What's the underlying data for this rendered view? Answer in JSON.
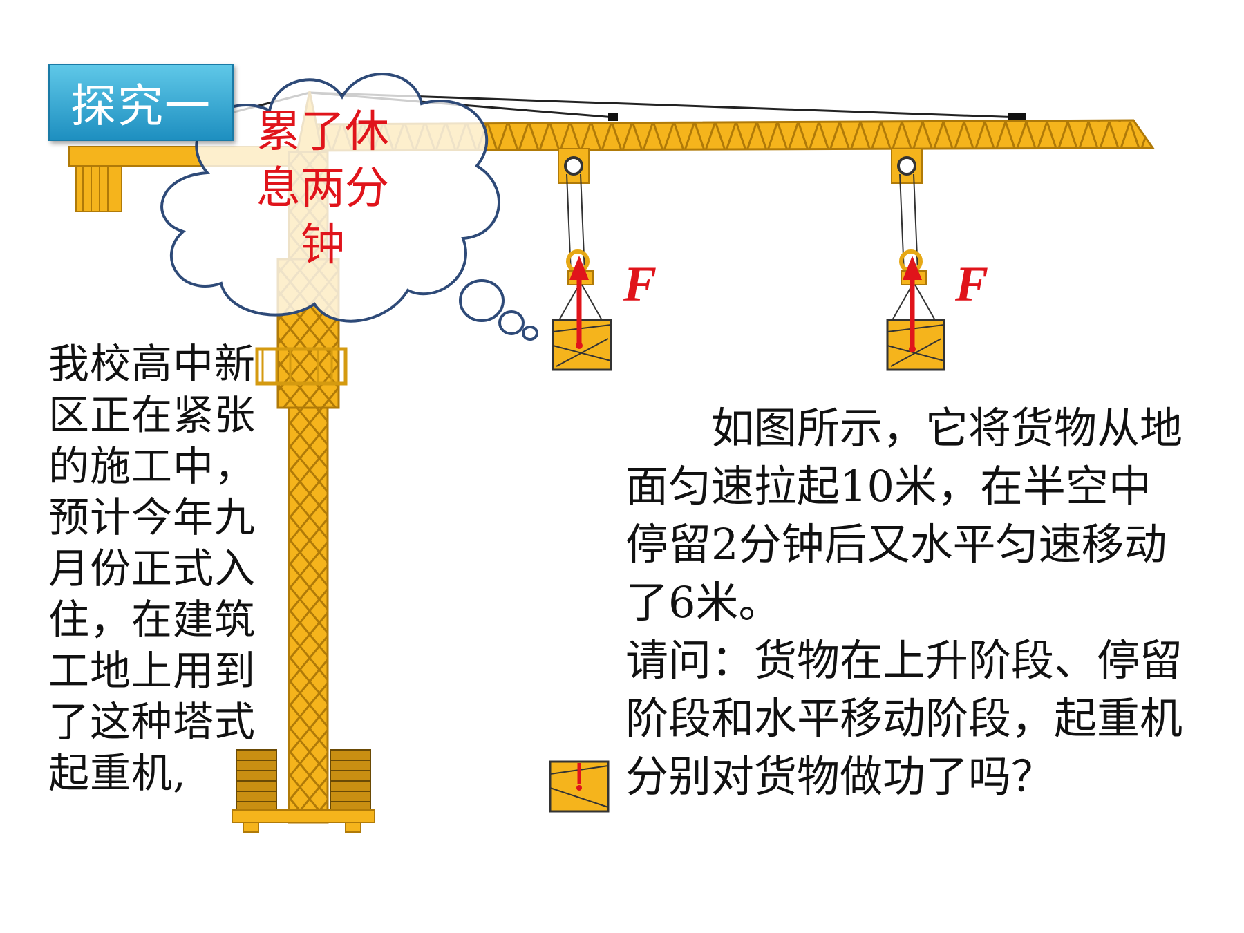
{
  "badge": {
    "label": "探究一"
  },
  "thought_bubble": {
    "text": "累了休息两分钟"
  },
  "intro_text": "我校高中新区正在紧张的施工中，预计今年九月份正式入住，在建筑工地上用到了这种塔式起重机,",
  "question": {
    "line1": "如图所示，它将货物从地面匀速拉起10米，在半空中停留2分钟后又水平匀速移动了6米。",
    "line2": "请问：货物在上升阶段、停留阶段和水平移动阶段，起重机分别对货物做功了吗？"
  },
  "force_labels": [
    "F",
    "F"
  ],
  "colors": {
    "crane": "#f5b41c",
    "crane_dark": "#b07a08",
    "force": "#e0141b",
    "badge": "#2aa6d6",
    "cloud_outline": "#2e4a78"
  }
}
